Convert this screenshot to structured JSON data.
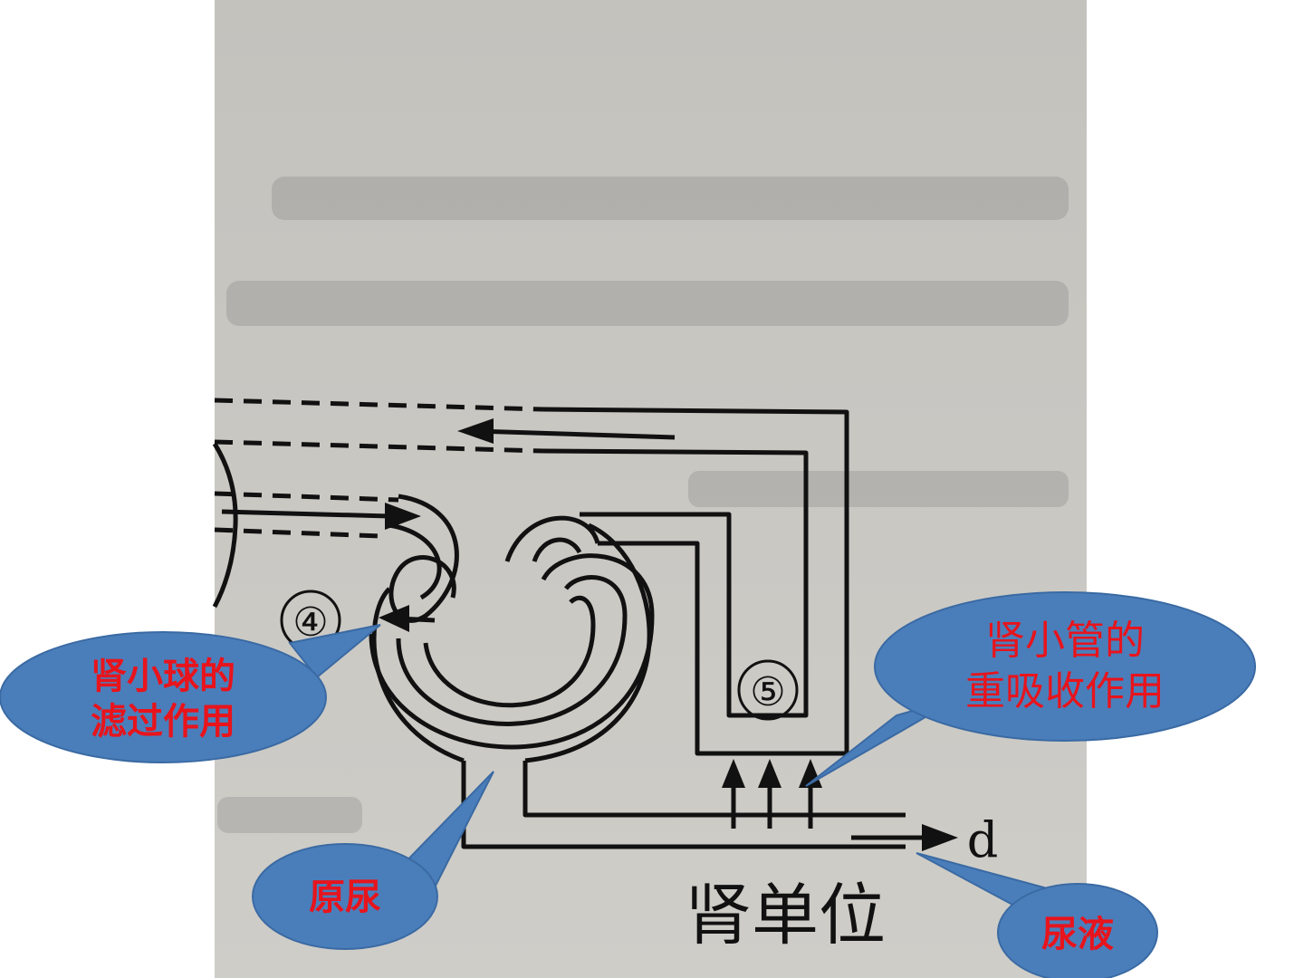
{
  "diagram": {
    "marker_4": "④",
    "marker_5": "⑤",
    "outlet_label": "d",
    "caption": "肾单位"
  },
  "callouts": {
    "glomerulus": {
      "line1": "肾小球的",
      "line2": "滤过作用"
    },
    "tubule": {
      "line1": "肾小管的",
      "line2": "重吸收作用"
    },
    "primary_urine": {
      "text": "原尿"
    },
    "urine": {
      "text": "尿液"
    }
  },
  "colors": {
    "paper": "#c9c7c2",
    "bubble_fill": "#4a7ebb",
    "bubble_stroke": "#3a6aa3",
    "label_red": "#e8141c"
  }
}
